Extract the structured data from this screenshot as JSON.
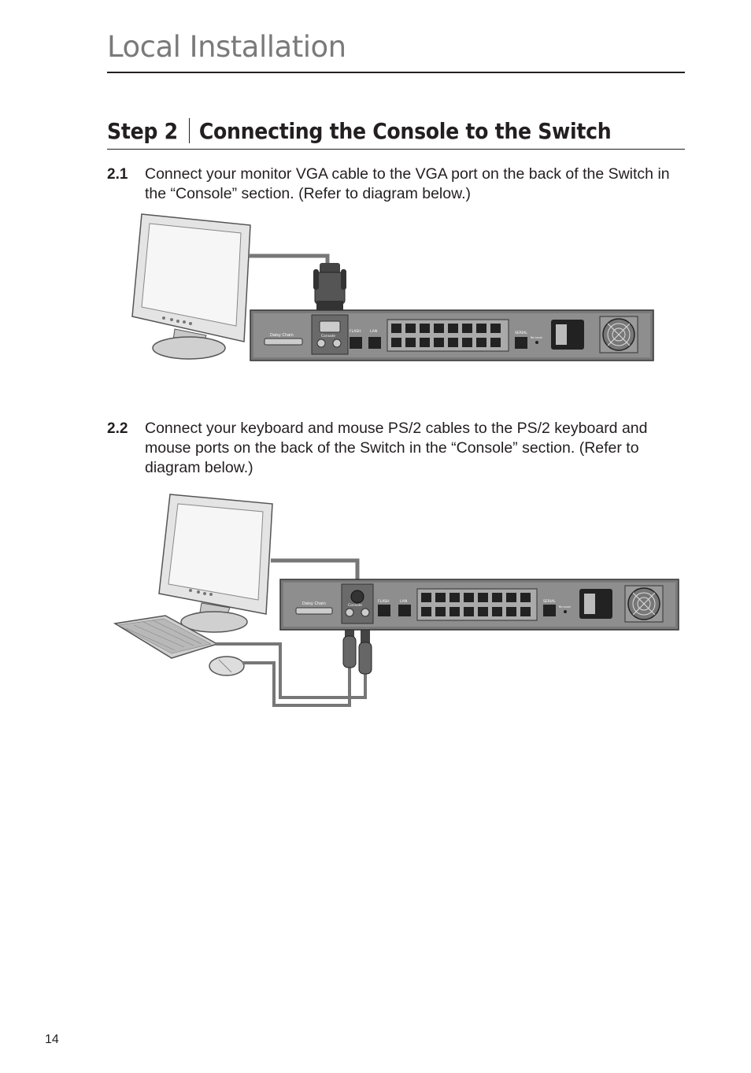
{
  "header": {
    "title": "Local Installation"
  },
  "step": {
    "label": "Step 2",
    "title": "Connecting the Console to the Switch"
  },
  "instructions": [
    {
      "number": "2.1",
      "text": "Connect your monitor VGA cable to the VGA port on the back of the Switch in the “Console” section. (Refer to diagram below.)"
    },
    {
      "number": "2.2",
      "text": "Connect your keyboard and mouse PS/2 cables to the PS/2 keyboard and mouse ports on the back of the Switch in the “Console” section. (Refer to diagram below.)"
    }
  ],
  "switch_panel": {
    "daisy_chain": "Daisy Chain",
    "console": "Console",
    "flash": "FLASH",
    "lan": "LAN",
    "serial": "SERIAL",
    "re_local": "Re Local"
  },
  "footer": {
    "page_number": "14"
  }
}
